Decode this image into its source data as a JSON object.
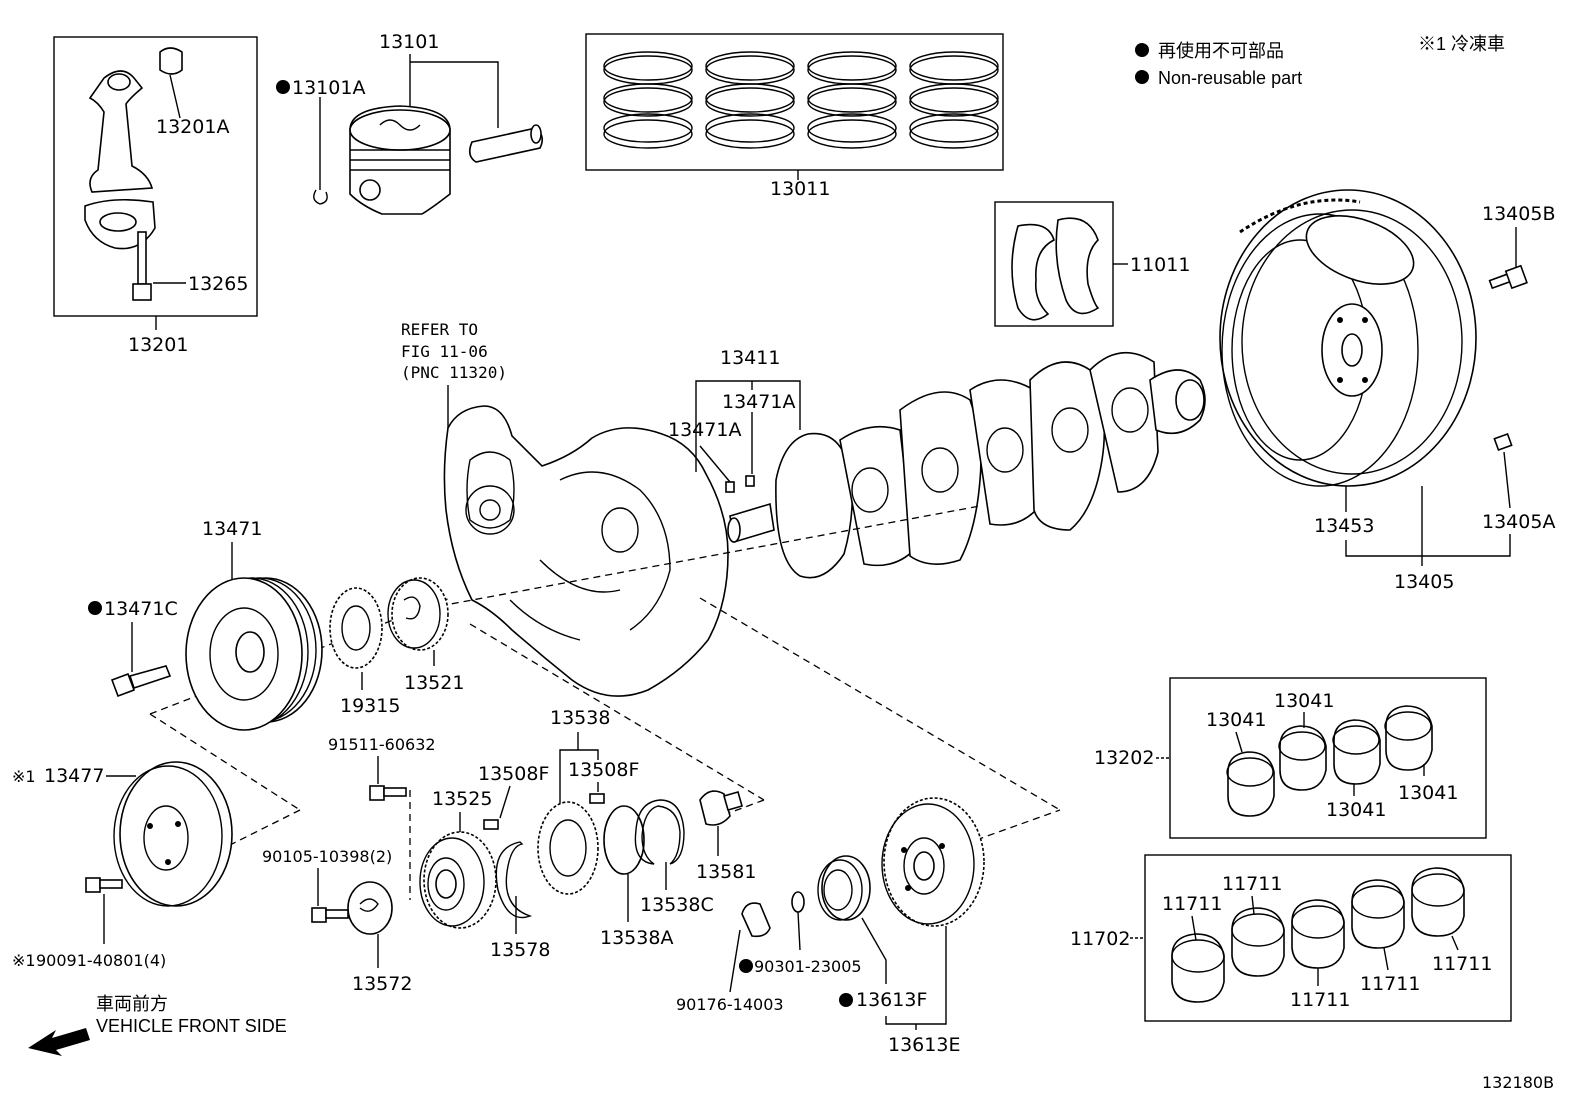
{
  "legend": {
    "non_reusable_jp": "再使用不可部品",
    "non_reusable_en": "Non-reusable part",
    "footnote": "※1 冷凍車"
  },
  "direction": {
    "jp": "車両前方",
    "en": "VEHICLE FRONT SIDE"
  },
  "refer": {
    "line1": "REFER TO",
    "line2": "FIG 11-06",
    "line3": "(PNC 11320)"
  },
  "diagram_id": "132180B",
  "parts": {
    "p13101": "13101",
    "p13101A": "13101A",
    "p13201A": "13201A",
    "p13265": "13265",
    "p13201": "13201",
    "p13011": "13011",
    "p11011": "11011",
    "p13405B": "13405B",
    "p13411": "13411",
    "p13471A_1": "13471A",
    "p13471A_2": "13471A",
    "p13471": "13471",
    "p13471C": "13471C",
    "p19315": "19315",
    "p13521": "13521",
    "p13453": "13453",
    "p13405A": "13405A",
    "p13405": "13405",
    "p91511": "91511-60632",
    "p13538": "13538",
    "p13508F_1": "13508F",
    "p13508F_2": "13508F",
    "p13525": "13525",
    "p90105": "90105-10398(2)",
    "p13477": "13477",
    "p90091": "90091-40801(4)",
    "p13572": "13572",
    "p13578": "13578",
    "p13538A": "13538A",
    "p13538C": "13538C",
    "p13581": "13581",
    "p90301": "90301-23005",
    "p90176": "90176-14003",
    "p13613F": "13613F",
    "p13613E": "13613E",
    "p13202": "13202",
    "p13041_1": "13041",
    "p13041_2": "13041",
    "p13041_3": "13041",
    "p13041_4": "13041",
    "p11702": "11702",
    "p11711_1": "11711",
    "p11711_2": "11711",
    "p11711_3": "11711",
    "p11711_4": "11711",
    "p11711_5": "11711",
    "mark1": "※1",
    "mark2": "※1"
  }
}
